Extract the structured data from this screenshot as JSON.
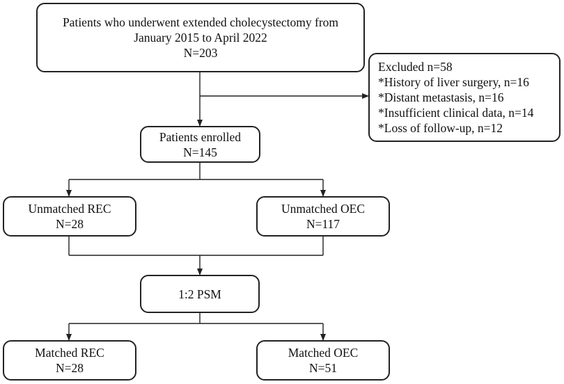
{
  "boxes": {
    "initial": {
      "lines": [
        "Patients who underwent extended cholecystectomy from",
        "January 2015 to April 2022",
        "N=203"
      ]
    },
    "excluded": {
      "lines": [
        "Excluded n=58",
        "*History of liver surgery, n=16",
        "*Distant metastasis, n=16",
        "*Insufficient clinical data, n=14",
        "*Loss of follow-up, n=12"
      ]
    },
    "enrolled": {
      "lines": [
        "Patients enrolled",
        "N=145"
      ]
    },
    "unmatched_rec": {
      "lines": [
        "Unmatched REC",
        "N=28"
      ]
    },
    "unmatched_oec": {
      "lines": [
        "Unmatched OEC",
        "N=117"
      ]
    },
    "psm": {
      "lines": [
        "1:2 PSM"
      ]
    },
    "matched_rec": {
      "lines": [
        "Matched REC",
        "N=28"
      ]
    },
    "matched_oec": {
      "lines": [
        "Matched OEC",
        "N=51"
      ]
    }
  },
  "colors": {
    "stroke": "#222222",
    "text": "#111111",
    "background": "#ffffff"
  }
}
